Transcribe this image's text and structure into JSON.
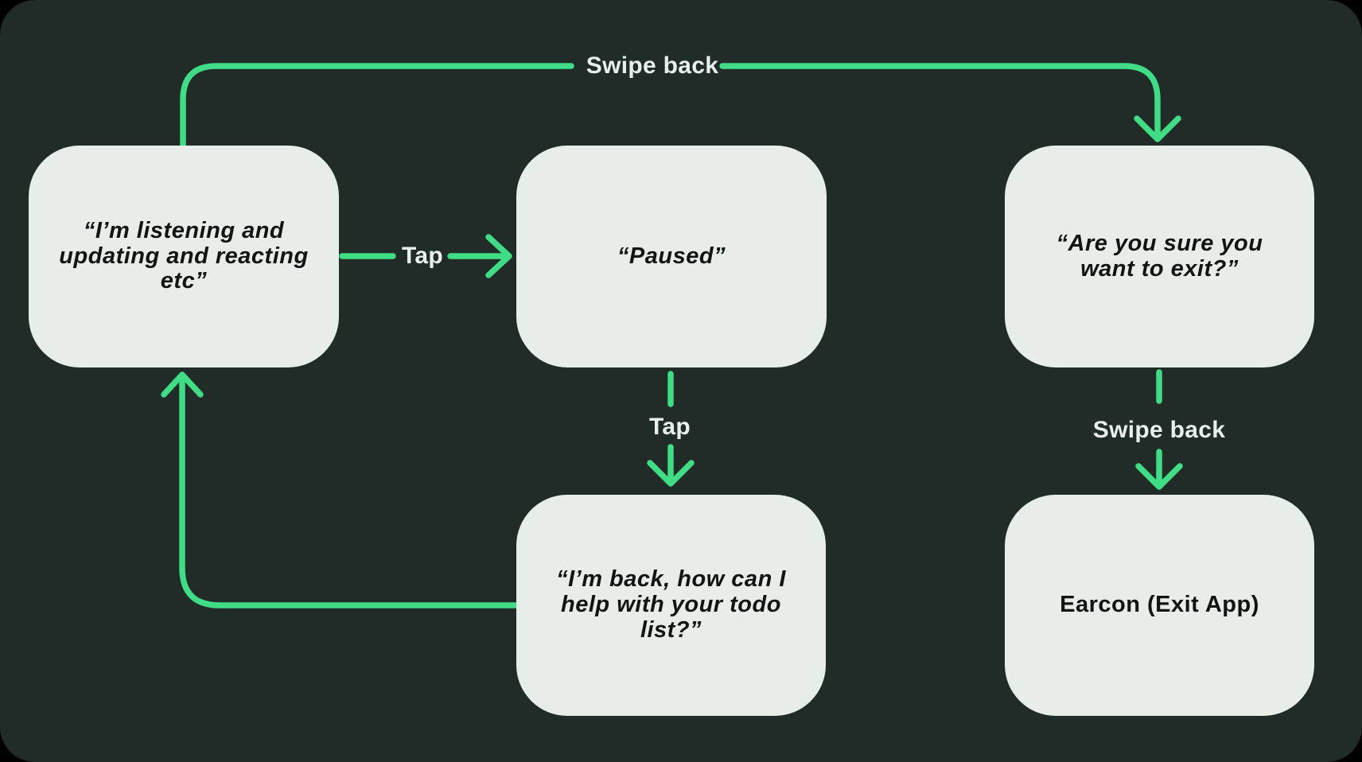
{
  "colors": {
    "page_background": "#212B27",
    "node_fill": "#E7EEEA",
    "accent_green": "#40DC86",
    "label_text": "#E9EFEC",
    "node_text": "#101514"
  },
  "nodes": {
    "listening": {
      "text": "“I’m listening and\nupdating and reacting\netc”"
    },
    "paused": {
      "text": "“Paused”"
    },
    "confirm_exit": {
      "text": "“Are you sure you\nwant to exit?”"
    },
    "back": {
      "text": "“I’m back, how can I\nhelp with your todo\nlist?”"
    },
    "earcon": {
      "text": "Earcon (Exit App)"
    }
  },
  "labels": {
    "swipe_back_top": "Swipe back",
    "tap_horizontal": "Tap",
    "tap_vertical": "Tap",
    "swipe_back_right": "Swipe back"
  }
}
